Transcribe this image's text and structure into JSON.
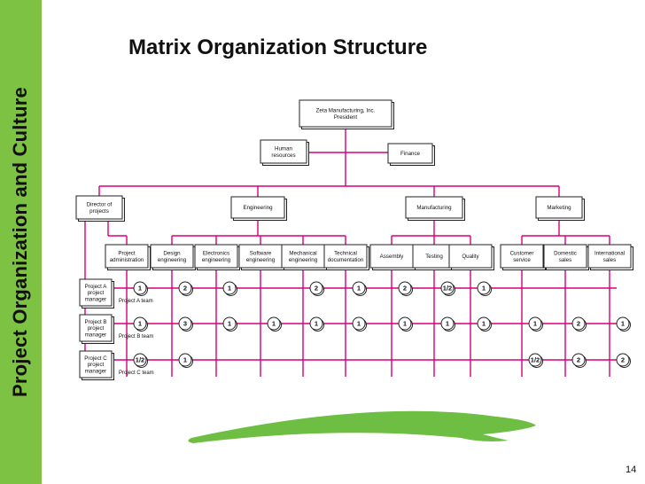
{
  "sidebar": {
    "label": "Project Organization and Culture"
  },
  "title": "Matrix Organization Structure",
  "page_number": "14",
  "org": {
    "president": [
      "Zeta Manufacturing, Inc.",
      "President"
    ],
    "staff": [
      {
        "id": "hr",
        "lines": [
          "Human",
          "resources"
        ]
      },
      {
        "id": "finance",
        "lines": [
          "Finance"
        ]
      }
    ],
    "directors": [
      {
        "id": "projects",
        "lines": [
          "Director of",
          "projects"
        ]
      },
      {
        "id": "engineering",
        "lines": [
          "Engineering"
        ]
      },
      {
        "id": "manufacturing",
        "lines": [
          "Manufacturing"
        ]
      },
      {
        "id": "marketing",
        "lines": [
          "Marketing"
        ]
      }
    ],
    "departments": [
      {
        "id": "project-administration",
        "lines": [
          "Project",
          "administration"
        ]
      },
      {
        "id": "design-engineering",
        "lines": [
          "Design",
          "engineering"
        ]
      },
      {
        "id": "electronics-engineering",
        "lines": [
          "Electronics",
          "engineering"
        ]
      },
      {
        "id": "software-engineering",
        "lines": [
          "Software",
          "engineering"
        ]
      },
      {
        "id": "mechanical-engineering",
        "lines": [
          "Mechanical",
          "engineering"
        ]
      },
      {
        "id": "technical-documentation",
        "lines": [
          "Technical",
          "documentation"
        ]
      },
      {
        "id": "assembly",
        "lines": [
          "Assembly"
        ]
      },
      {
        "id": "testing",
        "lines": [
          "Testing"
        ]
      },
      {
        "id": "quality",
        "lines": [
          "Quality"
        ]
      },
      {
        "id": "customer-service",
        "lines": [
          "Customer",
          "service"
        ]
      },
      {
        "id": "domestic-sales",
        "lines": [
          "Domestic",
          "sales"
        ]
      },
      {
        "id": "international-sales",
        "lines": [
          "International",
          "sales"
        ]
      }
    ],
    "projects": [
      {
        "id": "a",
        "manager": [
          "Project A",
          "project",
          "manager"
        ],
        "team": "Project A team",
        "cells": [
          "1",
          "2",
          "1",
          "",
          "2",
          "1",
          "2",
          "1/2",
          "1",
          "",
          "",
          ""
        ]
      },
      {
        "id": "b",
        "manager": [
          "Project B",
          "project",
          "manager"
        ],
        "team": "Project B team",
        "cells": [
          "1",
          "3",
          "1",
          "1",
          "1",
          "1",
          "1",
          "1",
          "1",
          "1",
          "2",
          "1"
        ]
      },
      {
        "id": "c",
        "manager": [
          "Project C",
          "project",
          "manager"
        ],
        "team": "Project C team",
        "cells": [
          "1/2",
          "1",
          "",
          "",
          "",
          "",
          "",
          "",
          "",
          "1/2",
          "2",
          "2"
        ]
      }
    ]
  },
  "colors": {
    "sidebar": "#7dc242",
    "connector": "#d6007a",
    "swoosh_green": "#6fbe44",
    "swoosh_yellow": "#e3e14a"
  }
}
